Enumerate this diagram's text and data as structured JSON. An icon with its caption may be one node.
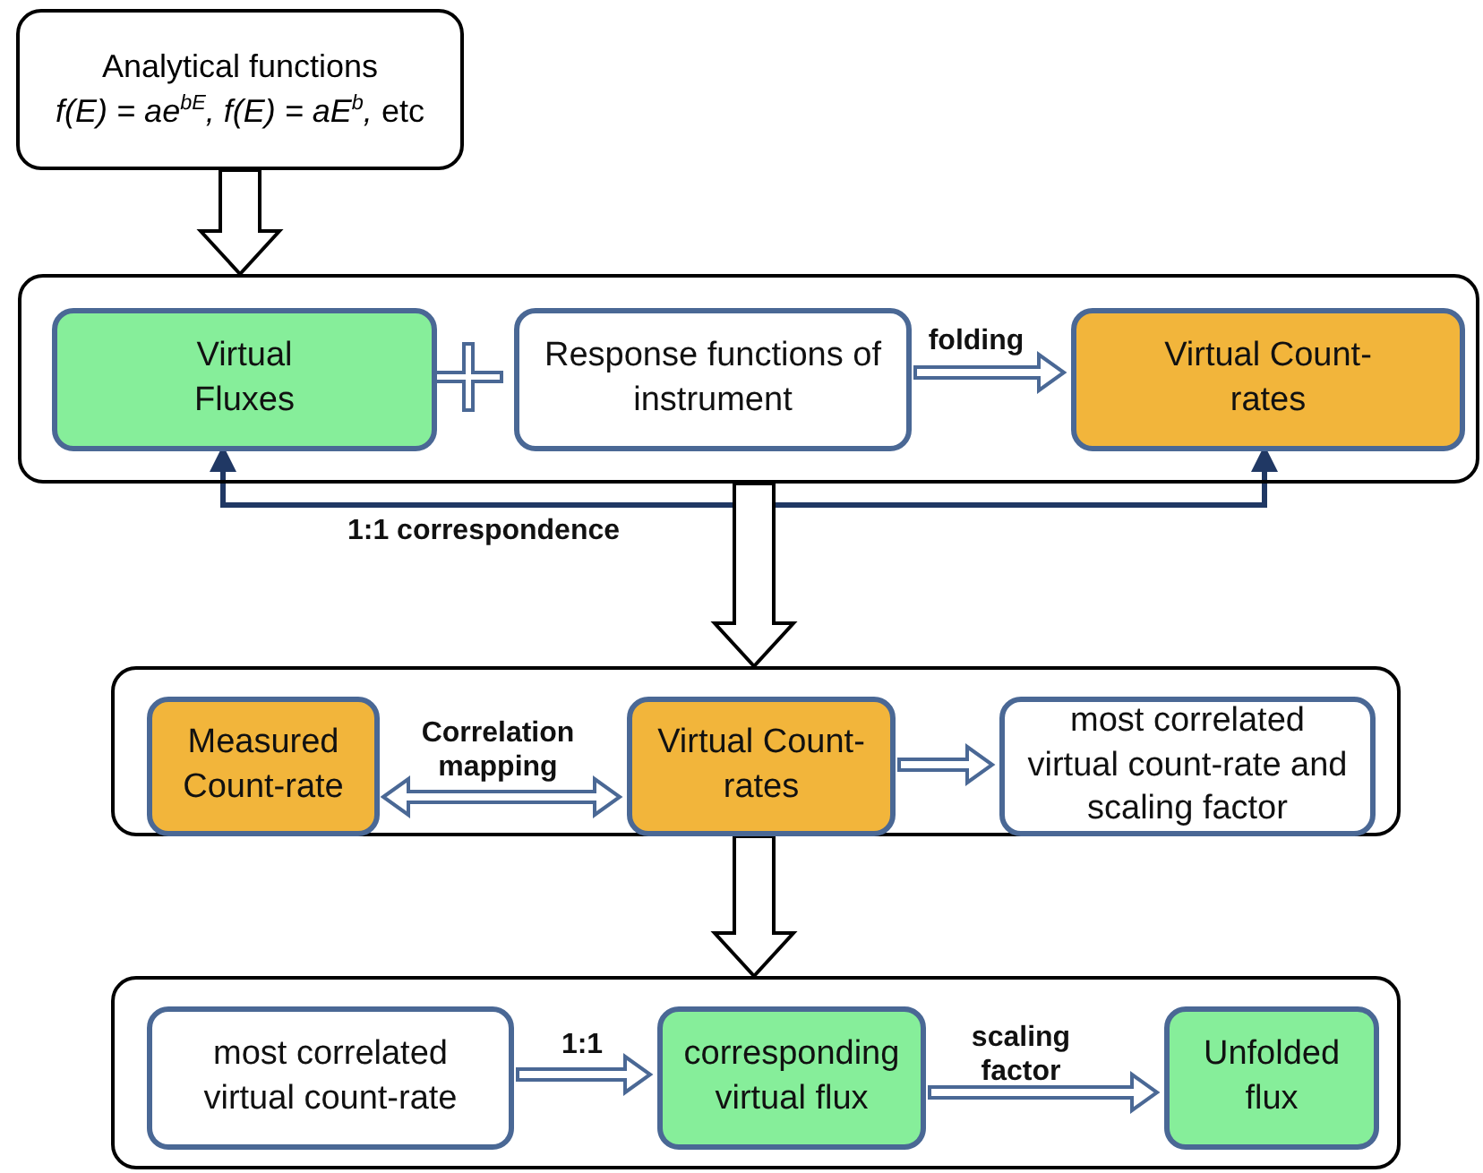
{
  "diagram": {
    "nodes": [
      {
        "text": [
          "Analytical functions",
          "*f(E) = ae*$^{bE}$*, f(E) = aE*$^{b}$*,* etc"
        ]
      },
      {
        "text": [],
        "shape": "box"
      },
      {
        "text": [
          "Virtual Fluxes"
        ],
        "in": 1
      },
      {
        "text": [
          "Response functions of instrument"
        ],
        "in": 1
      },
      {
        "text": [
          "Virtual Count-rates"
        ],
        "in": 1
      },
      {
        "text": [],
        "shape": "box"
      },
      {
        "text": [
          "Measured Count-rate"
        ],
        "in": 5
      },
      {
        "text": [
          "Virtual Count-rates"
        ],
        "in": 5
      },
      {
        "text": [
          "most correlated virtual count-rate and scaling factor"
        ],
        "in": 5
      },
      {
        "text": [],
        "shape": "box"
      },
      {
        "text": [
          "most correlated virtual count-rate"
        ],
        "in": 9
      },
      {
        "text": [
          "corresponding virtual flux"
        ],
        "in": 9
      },
      {
        "text": [
          "Unfolded flux"
        ],
        "in": 9
      }
    ],
    "edges": [
      {
        "from": 0,
        "to": 1,
        "arrow": "to",
        "style": "thick"
      },
      {
        "from": 3,
        "to": 4,
        "arrow": "to",
        "label": "folding"
      },
      {
        "from": 2,
        "to": 4,
        "arrow": "both",
        "label": "1:1 correspondence",
        "color": "#203864"
      },
      {
        "from": 1,
        "to": 5,
        "arrow": "to",
        "style": "thick"
      },
      {
        "from": 6,
        "to": 7,
        "arrow": "both",
        "label": "Correlation mapping"
      },
      {
        "from": 7,
        "to": 8,
        "arrow": "to"
      },
      {
        "from": 5,
        "to": 9,
        "arrow": "to",
        "style": "thick"
      },
      {
        "from": 10,
        "to": 11,
        "arrow": "to",
        "label": "1:1"
      },
      {
        "from": 11,
        "to": 12,
        "arrow": "to",
        "label": "scaling factor"
      }
    ]
  }
}
